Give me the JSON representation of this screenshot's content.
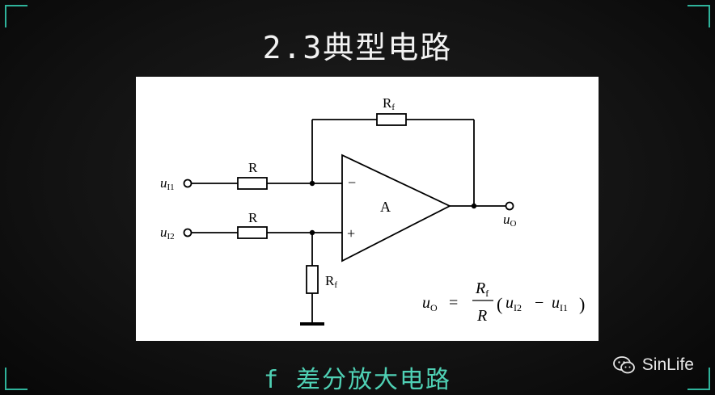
{
  "slide": {
    "title": "2.3典型电路",
    "caption": "f 差分放大电路",
    "accent_color": "#2fb39b",
    "caption_color": "#4fd0b4"
  },
  "watermark": {
    "icon": "wechat-icon",
    "text": "SinLife"
  },
  "circuit": {
    "input1": {
      "var": "u",
      "sub": "I1"
    },
    "input2": {
      "var": "u",
      "sub": "I2"
    },
    "output": {
      "var": "u",
      "sub": "O"
    },
    "resistor_r_top": "R",
    "resistor_r_bottom": "R",
    "feedback_resistor": {
      "var": "R",
      "sub": "f"
    },
    "ground_resistor": {
      "var": "R",
      "sub": "f"
    },
    "opamp_label": "A",
    "minus_sign": "−",
    "plus_sign": "+",
    "formula": {
      "lhs_var": "u",
      "lhs_sub": "O",
      "equals": "=",
      "numerator_var": "R",
      "numerator_sub": "f",
      "denominator": "R",
      "open_paren": "(",
      "term1_var": "u",
      "term1_sub": "I2",
      "minus": "−",
      "term2_var": "u",
      "term2_sub": "I1",
      "close_paren": ")"
    }
  }
}
